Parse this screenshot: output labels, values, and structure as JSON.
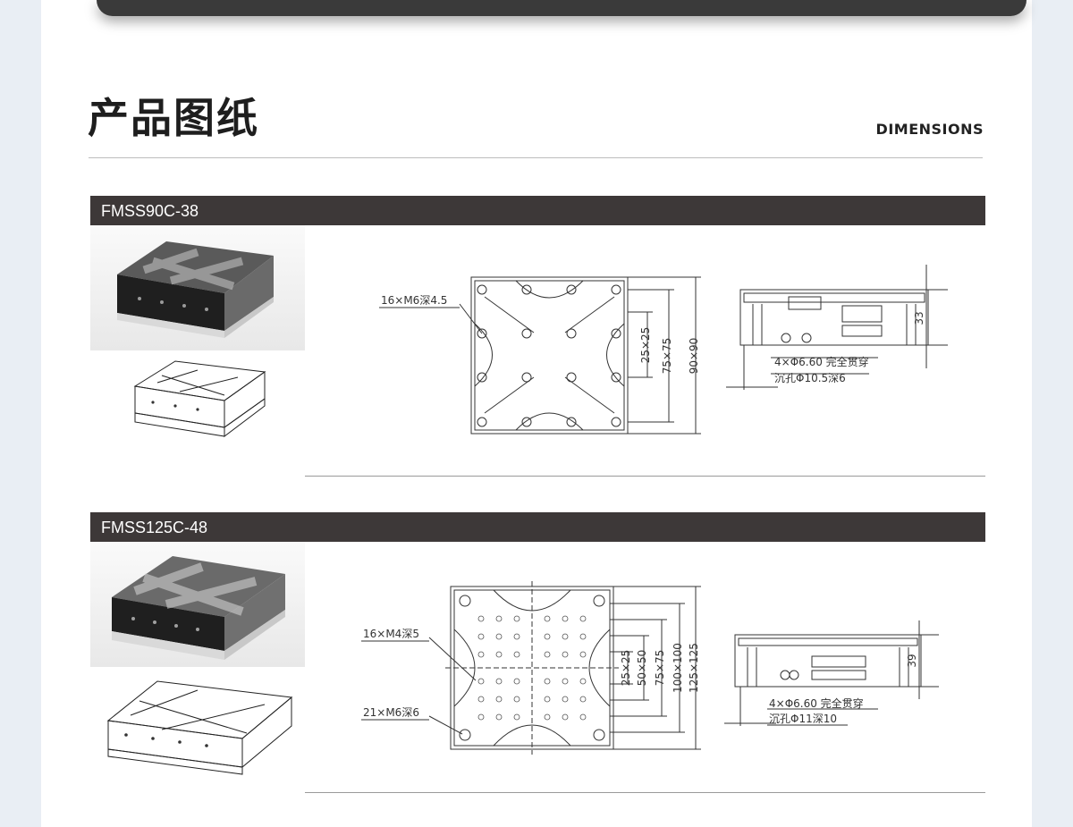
{
  "header": {
    "title": "产品图纸",
    "subtitle": "DIMENSIONS"
  },
  "products": [
    {
      "model": "FMSS90C-38",
      "callouts": {
        "hole_pattern": "16×M6深4.5",
        "through_holes": "4×Φ6.60 完全贯穿",
        "counterbore": "沉孔Φ10.5深6"
      },
      "dimensions": [
        "25×25",
        "75×75",
        "90×90"
      ],
      "height": "33"
    },
    {
      "model": "FMSS125C-48",
      "callouts": {
        "hole_pattern": "16×M4深5",
        "hole_pattern_2": "21×M6深6",
        "through_holes": "4×Φ6.60 完全贯穿",
        "counterbore": "沉孔Φ11深10"
      },
      "dimensions": [
        "25×25",
        "50×50",
        "75×75",
        "100×100",
        "125×125"
      ],
      "height": "39"
    }
  ]
}
